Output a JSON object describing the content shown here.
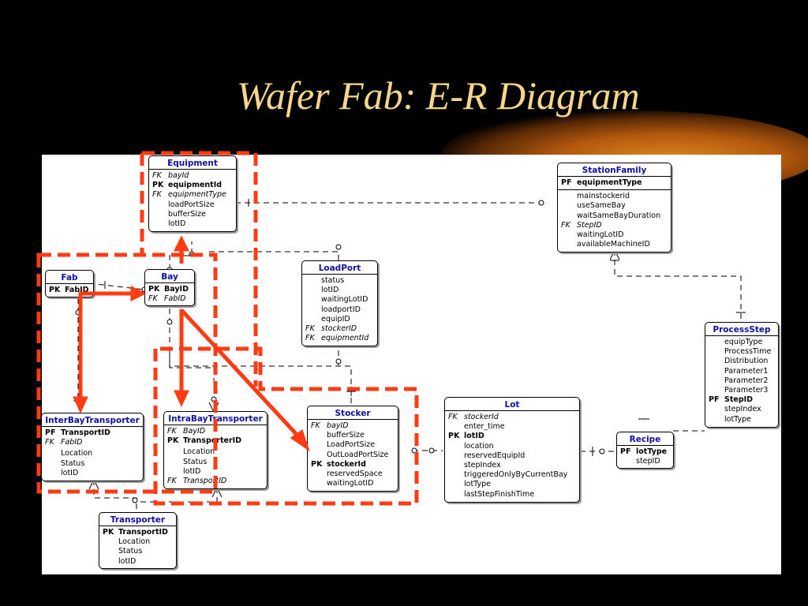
{
  "title": "Wafer Fab: E-R Diagram",
  "colors": {
    "background": "#000000",
    "title": "#F5D68A",
    "entity_title": "#1010A0",
    "highlight": "#FF3B14"
  },
  "entities": {
    "equipment": {
      "name": "Equipment",
      "keys": [],
      "attrs": [
        {
          "kind": "FK",
          "name": "bayId"
        },
        {
          "kind": "PK",
          "name": "equipmentId"
        },
        {
          "kind": "FK",
          "name": "equipmentType"
        },
        {
          "kind": "",
          "name": "loadPortSize"
        },
        {
          "kind": "",
          "name": "bufferSize"
        },
        {
          "kind": "",
          "name": "lotID"
        }
      ]
    },
    "stationfamily": {
      "name": "StationFamily",
      "keys": [
        {
          "kind": "PF",
          "name": "equipmentType"
        }
      ],
      "attrs": [
        {
          "kind": "",
          "name": "mainstockerid"
        },
        {
          "kind": "",
          "name": "useSameBay"
        },
        {
          "kind": "",
          "name": "waitSameBayDuration"
        },
        {
          "kind": "FK",
          "name": "StepID"
        },
        {
          "kind": "",
          "name": "waitingLotID"
        },
        {
          "kind": "",
          "name": "availableMachineID"
        }
      ]
    },
    "fab": {
      "name": "Fab",
      "keys": [
        {
          "kind": "PK",
          "name": "FabID"
        }
      ],
      "attrs": []
    },
    "bay": {
      "name": "Bay",
      "keys": [
        {
          "kind": "PK",
          "name": "BayID"
        }
      ],
      "attrs": [
        {
          "kind": "FK",
          "name": "FabID"
        }
      ]
    },
    "loadport": {
      "name": "LoadPort",
      "keys": [],
      "attrs": [
        {
          "kind": "",
          "name": "status"
        },
        {
          "kind": "",
          "name": "lotID"
        },
        {
          "kind": "",
          "name": "waitingLotID"
        },
        {
          "kind": "",
          "name": "loadportID"
        },
        {
          "kind": "",
          "name": "equipID"
        },
        {
          "kind": "FK",
          "name": "stockerID"
        },
        {
          "kind": "FK",
          "name": "equipmentId"
        }
      ]
    },
    "processstep": {
      "name": "ProcessStep",
      "keys": [],
      "attrs": [
        {
          "kind": "",
          "name": "equipType"
        },
        {
          "kind": "",
          "name": "ProcessTime"
        },
        {
          "kind": "",
          "name": "Distribution"
        },
        {
          "kind": "",
          "name": "Parameter1"
        },
        {
          "kind": "",
          "name": "Parameter2"
        },
        {
          "kind": "",
          "name": "Parameter3"
        },
        {
          "kind": "PF",
          "name": "StepID"
        },
        {
          "kind": "",
          "name": "stepIndex"
        },
        {
          "kind": "",
          "name": "lotType"
        }
      ]
    },
    "interbay": {
      "name": "InterBayTransporter",
      "keys": [
        {
          "kind": "PF",
          "name": "TransportID"
        },
        {
          "kind": "FK",
          "name": "FabID"
        }
      ],
      "attrs": [
        {
          "kind": "",
          "name": "Location"
        },
        {
          "kind": "",
          "name": "Status"
        },
        {
          "kind": "",
          "name": "lotID"
        }
      ]
    },
    "intrabay": {
      "name": "IntraBayTransporter",
      "keys": [
        {
          "kind": "FK",
          "name": "BayID"
        },
        {
          "kind": "PK",
          "name": "TransporterID"
        }
      ],
      "attrs": [
        {
          "kind": "",
          "name": "Location"
        },
        {
          "kind": "",
          "name": "Status"
        },
        {
          "kind": "",
          "name": "lotID"
        },
        {
          "kind": "FK",
          "name": "TransportID"
        }
      ]
    },
    "stocker": {
      "name": "Stocker",
      "keys": [],
      "attrs": [
        {
          "kind": "FK",
          "name": "bayID"
        },
        {
          "kind": "",
          "name": "bufferSize"
        },
        {
          "kind": "",
          "name": "LoadPortSize"
        },
        {
          "kind": "",
          "name": "OutLoadPortSize"
        },
        {
          "kind": "PK",
          "name": "stockerId"
        },
        {
          "kind": "",
          "name": "reservedSpace"
        },
        {
          "kind": "",
          "name": "waitingLotID"
        }
      ]
    },
    "lot": {
      "name": "Lot",
      "keys": [],
      "attrs": [
        {
          "kind": "FK",
          "name": "stockerId"
        },
        {
          "kind": "",
          "name": "enter_time"
        },
        {
          "kind": "PK",
          "name": "lotID"
        },
        {
          "kind": "",
          "name": "location"
        },
        {
          "kind": "",
          "name": "reservedEquipId"
        },
        {
          "kind": "",
          "name": "stepIndex"
        },
        {
          "kind": "",
          "name": "triggeredOnlyByCurrentBay"
        },
        {
          "kind": "",
          "name": "lotType"
        },
        {
          "kind": "",
          "name": "lastStepFinishTime"
        }
      ]
    },
    "recipe": {
      "name": "Recipe",
      "keys": [
        {
          "kind": "PF",
          "name": "lotType"
        }
      ],
      "attrs": [
        {
          "kind": "",
          "name": "stepID"
        }
      ]
    },
    "transporter": {
      "name": "Transporter",
      "keys": [
        {
          "kind": "PK",
          "name": "TransportID"
        }
      ],
      "attrs": [
        {
          "kind": "",
          "name": "Location"
        },
        {
          "kind": "",
          "name": "Status"
        },
        {
          "kind": "",
          "name": "lotID"
        }
      ]
    }
  }
}
